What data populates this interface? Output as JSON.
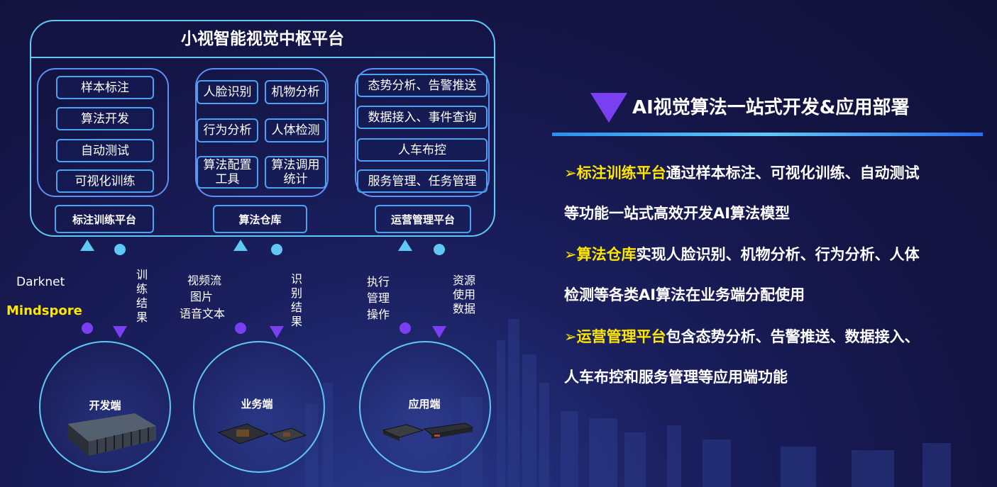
{
  "platform": {
    "title": "小视智能视觉中枢平台",
    "groups": [
      {
        "items": [
          "样本标注",
          "算法开发",
          "自动测试",
          "可视化训练"
        ],
        "label": "标注训练平台"
      },
      {
        "items": [
          "人脸识别",
          "机物分析",
          "行为分析",
          "人体检测",
          "算法配置\n工具",
          "算法调用\n统计"
        ],
        "label": "算法仓库"
      },
      {
        "items": [
          "态势分析、告警推送",
          "数据接入、事件查询",
          "人车布控",
          "服务管理、任务管理"
        ],
        "label": "运营管理平台"
      }
    ]
  },
  "flows": {
    "dev_left": [
      "Darknet",
      "Mindspore"
    ],
    "dev_right": "训练结果",
    "biz_left": [
      "视频流",
      "图片",
      "语音文本"
    ],
    "biz_right": "识别结果",
    "app_left": [
      "执行",
      "管理",
      "操作"
    ],
    "app_right": "资源使用数据"
  },
  "endpoints": [
    "开发端",
    "业务端",
    "应用端"
  ],
  "right_panel": {
    "heading": "AI视觉算法一站式开发&应用部署",
    "bullets": [
      {
        "mark": "➢",
        "highlight": "标注训练平台",
        "line1": "通过样本标注、可视化训练、自动测试",
        "line2": "等功能一站式高效开发AI算法模型"
      },
      {
        "mark": "➢",
        "highlight": "算法仓库",
        "line1": "实现人脸识别、机物分析、行为分析、人体",
        "line2": "检测等各类AI算法在业务端分配使用"
      },
      {
        "mark": "➢",
        "highlight": "运营管理平台",
        "line1": "包含态势分析、告警推送、数据接入、",
        "line2": "人车布控和服务管理等应用端功能"
      }
    ]
  },
  "colors": {
    "accent": "#5fc8f5",
    "highlight": "#ffe600",
    "arrow_purple": "#7b3ff2"
  }
}
